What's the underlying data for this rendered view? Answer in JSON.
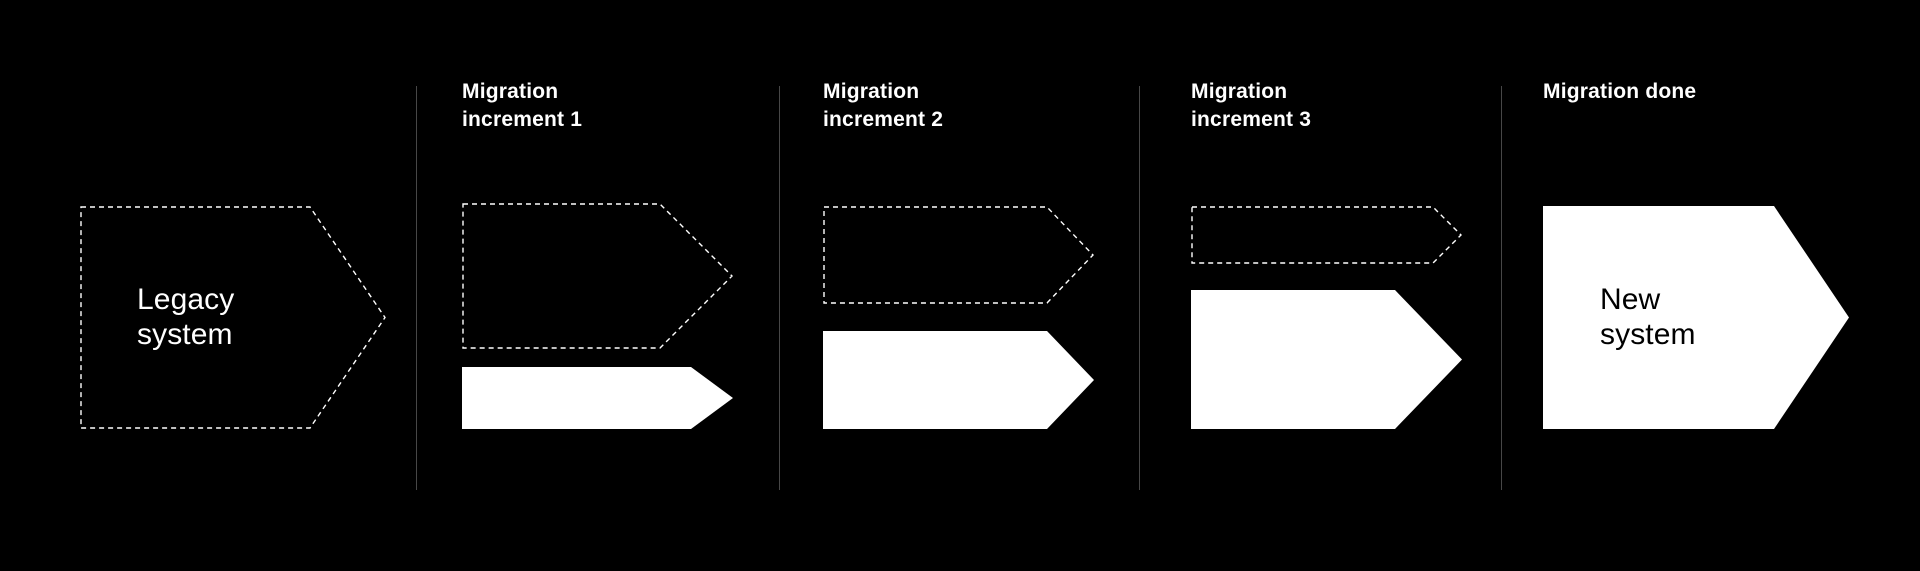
{
  "colors": {
    "background": "#000000",
    "shape_white": "#ffffff",
    "divider_gray": "#474747",
    "title_text": "#ffffff",
    "text_on_white": "#000000"
  },
  "stages": [
    {
      "title": "",
      "legacy": {
        "label": "Legacy system",
        "style": "dashed-outline"
      },
      "new": null
    },
    {
      "title": "Migration increment 1",
      "legacy": {
        "label": "",
        "style": "dashed-outline"
      },
      "new": {
        "label": "",
        "style": "solid-fill"
      }
    },
    {
      "title": "Migration increment 2",
      "legacy": {
        "label": "",
        "style": "dashed-outline"
      },
      "new": {
        "label": "",
        "style": "solid-fill"
      }
    },
    {
      "title": "Migration increment 3",
      "legacy": {
        "label": "",
        "style": "dashed-outline"
      },
      "new": {
        "label": "",
        "style": "solid-fill"
      }
    },
    {
      "title": "Migration done",
      "legacy": null,
      "new": {
        "label": "New system",
        "style": "solid-fill"
      }
    }
  ]
}
